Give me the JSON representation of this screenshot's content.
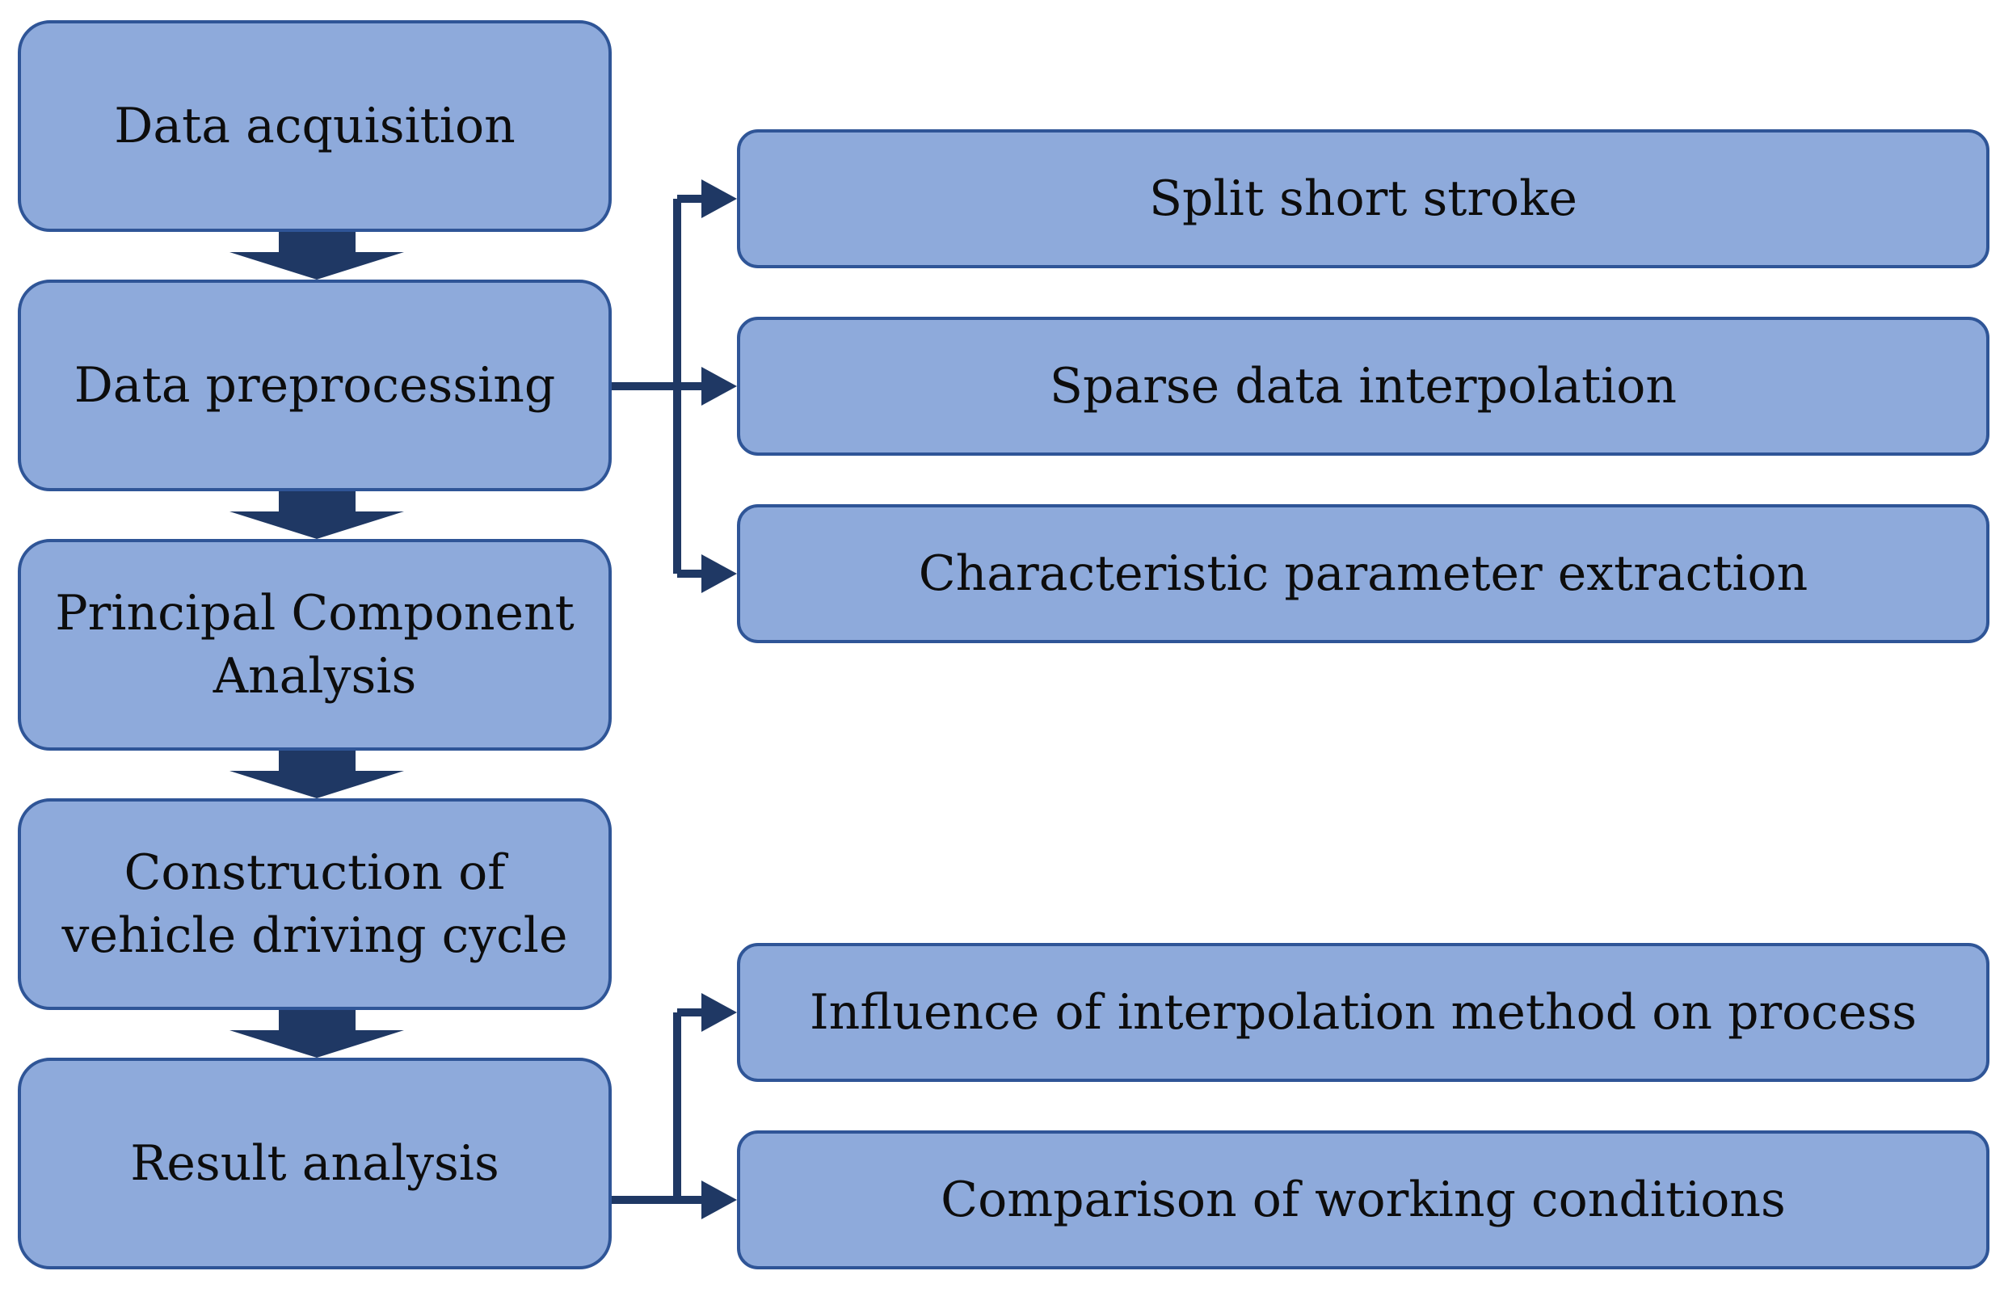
{
  "flow": {
    "steps": [
      {
        "label": "Data acquisition"
      },
      {
        "label": "Data preprocessing"
      },
      {
        "label": "Principal Component Analysis"
      },
      {
        "label": "Construction of vehicle driving cycle"
      },
      {
        "label": "Result analysis"
      }
    ]
  },
  "preprocessing_branches": [
    {
      "label": "Split short stroke"
    },
    {
      "label": "Sparse data interpolation"
    },
    {
      "label": "Characteristic parameter extraction"
    }
  ],
  "analysis_branches": [
    {
      "label": "Influence of interpolation method on process"
    },
    {
      "label": "Comparison of working conditions"
    }
  ],
  "colors": {
    "box_fill": "#8eaadb",
    "box_border": "#2f5597",
    "arrow": "#1f3864",
    "text": "#0d0d0d"
  }
}
